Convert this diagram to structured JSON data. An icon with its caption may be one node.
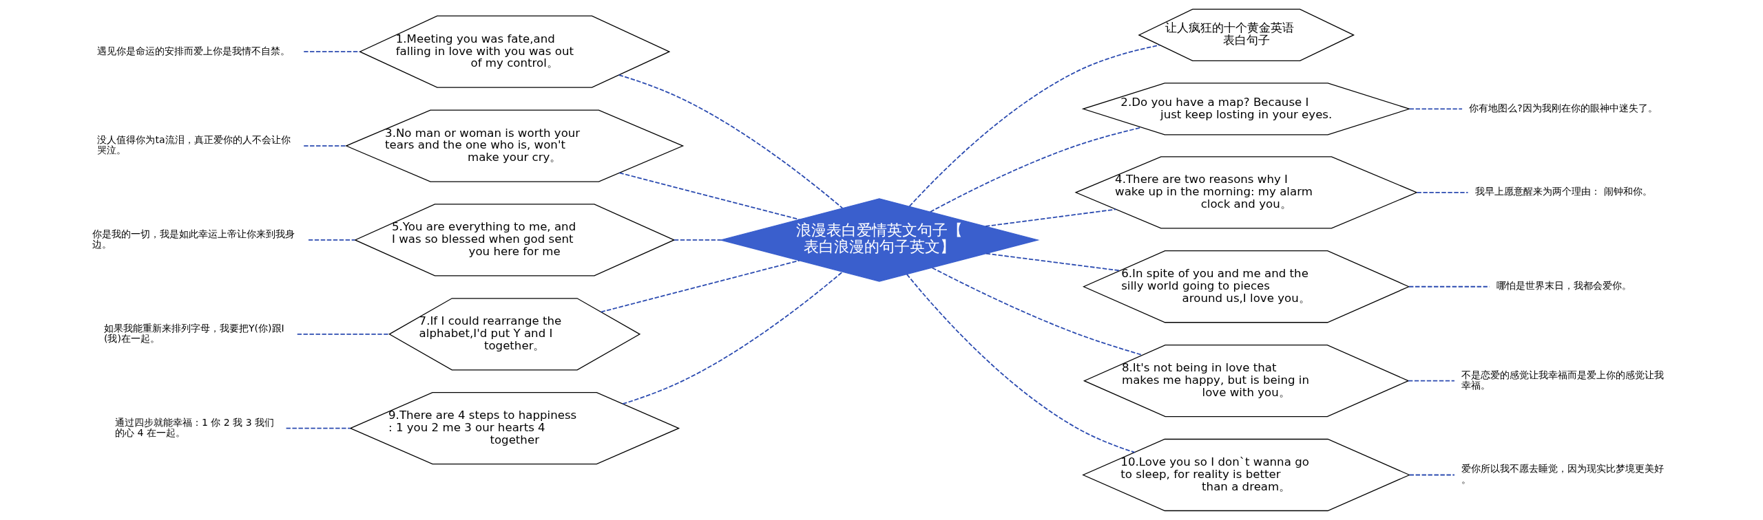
{
  "diagram": {
    "nodes": [
      {
        "text": [
          "浪漫表白爱情英文句子【表白浪漫的句子英文】"
        ]
      },
      {
        "text": [
          "1.Meeting you was fate,and falling in love with you was out of my control。"
        ]
      },
      {
        "text": [
          "3.No man or woman is worth your tears and the one who is, won't make your cry。"
        ]
      },
      {
        "text": [
          "5.You are everything to me, and I was so blessed when god sent you here for me"
        ]
      },
      {
        "text": [
          "7.If I could rearrange the alphabet,I'd put Y and I together。"
        ]
      },
      {
        "text": [
          "9.There are 4 steps to happiness : 1 you 2 me 3 our hearts 4 together"
        ]
      },
      {
        "text": [
          "遇见你是命运的安排而爱上你是我情不自禁。"
        ]
      },
      {
        "text": [
          "没人值得你为ta流泪，真正爱你的人不会让你哭泣。"
        ]
      },
      {
        "text": [
          "你是我的一切，我是如此幸运上帝让你来到我身边。"
        ]
      },
      {
        "text": [
          "如果我能重新来排列字母，我要把Y(你)跟I(我)在一起。"
        ]
      },
      {
        "text": [
          "通过四步就能幸福：1 你 2 我 3 我们的心 4 在一起。"
        ]
      },
      {
        "text": [
          "让人疯狂的十个黄金英语表白句子"
        ]
      },
      {
        "text": [
          "2.Do you have a map? Because I just keep losting in your eyes."
        ]
      },
      {
        "text": [
          "4.There are two reasons why I wake up in the morning: my alarm clock and you。"
        ]
      },
      {
        "text": [
          "6.In spite of you and me and the silly world going to pieces around us,I love you。"
        ]
      },
      {
        "text": [
          "8.It's not being in love that makes me happy, but is being in love with you。"
        ]
      },
      {
        "text": [
          "10.Love you so I don`t wanna go to sleep, for reality is better than a dream。"
        ]
      },
      {
        "text": [
          "你有地图么?因为我刚在你的眼神中迷失了。"
        ]
      },
      {
        "text": [
          "我早上愿意醒来为两个理由： 闹钟和你。"
        ]
      },
      {
        "text": [
          "哪怕是世界末日，我都会爱你。"
        ]
      },
      {
        "text": [
          "不是恋爱的感觉让我幸福而是爱上你的感觉让我幸福。"
        ]
      },
      {
        "text": [
          "爱你所以我不愿去睡觉，因为现实比梦境更美好。"
        ]
      }
    ],
    "edges": [
      {
        "from": 0,
        "to": 1,
        "arrow": "none",
        "style": "dashed"
      },
      {
        "from": 0,
        "to": 2,
        "arrow": "none",
        "style": "dashed"
      },
      {
        "from": 0,
        "to": 3,
        "arrow": "none",
        "style": "dashed"
      },
      {
        "from": 0,
        "to": 4,
        "arrow": "none",
        "style": "dashed"
      },
      {
        "from": 0,
        "to": 5,
        "arrow": "none",
        "style": "dashed"
      },
      {
        "from": 1,
        "to": 6,
        "arrow": "none",
        "style": "dashed"
      },
      {
        "from": 2,
        "to": 7,
        "arrow": "none",
        "style": "dashed"
      },
      {
        "from": 3,
        "to": 8,
        "arrow": "none",
        "style": "dashed"
      },
      {
        "from": 4,
        "to": 9,
        "arrow": "none",
        "style": "dashed"
      },
      {
        "from": 5,
        "to": 10,
        "arrow": "none",
        "style": "dashed"
      },
      {
        "from": 0,
        "to": 11,
        "arrow": "none",
        "style": "dashed"
      },
      {
        "from": 0,
        "to": 12,
        "arrow": "none",
        "style": "dashed"
      },
      {
        "from": 0,
        "to": 13,
        "arrow": "none",
        "style": "dashed"
      },
      {
        "from": 0,
        "to": 14,
        "arrow": "none",
        "style": "dashed"
      },
      {
        "from": 0,
        "to": 15,
        "arrow": "none",
        "style": "dashed"
      },
      {
        "from": 0,
        "to": 16,
        "arrow": "none",
        "style": "dashed"
      },
      {
        "from": 12,
        "to": 17,
        "arrow": "none",
        "style": "dashed"
      },
      {
        "from": 13,
        "to": 18,
        "arrow": "none",
        "style": "dashed"
      },
      {
        "from": 14,
        "to": 19,
        "arrow": "none",
        "style": "dashed"
      },
      {
        "from": 15,
        "to": 20,
        "arrow": "none",
        "style": "dashed"
      },
      {
        "from": 16,
        "to": 21,
        "arrow": "none",
        "style": "dashed"
      }
    ]
  }
}
